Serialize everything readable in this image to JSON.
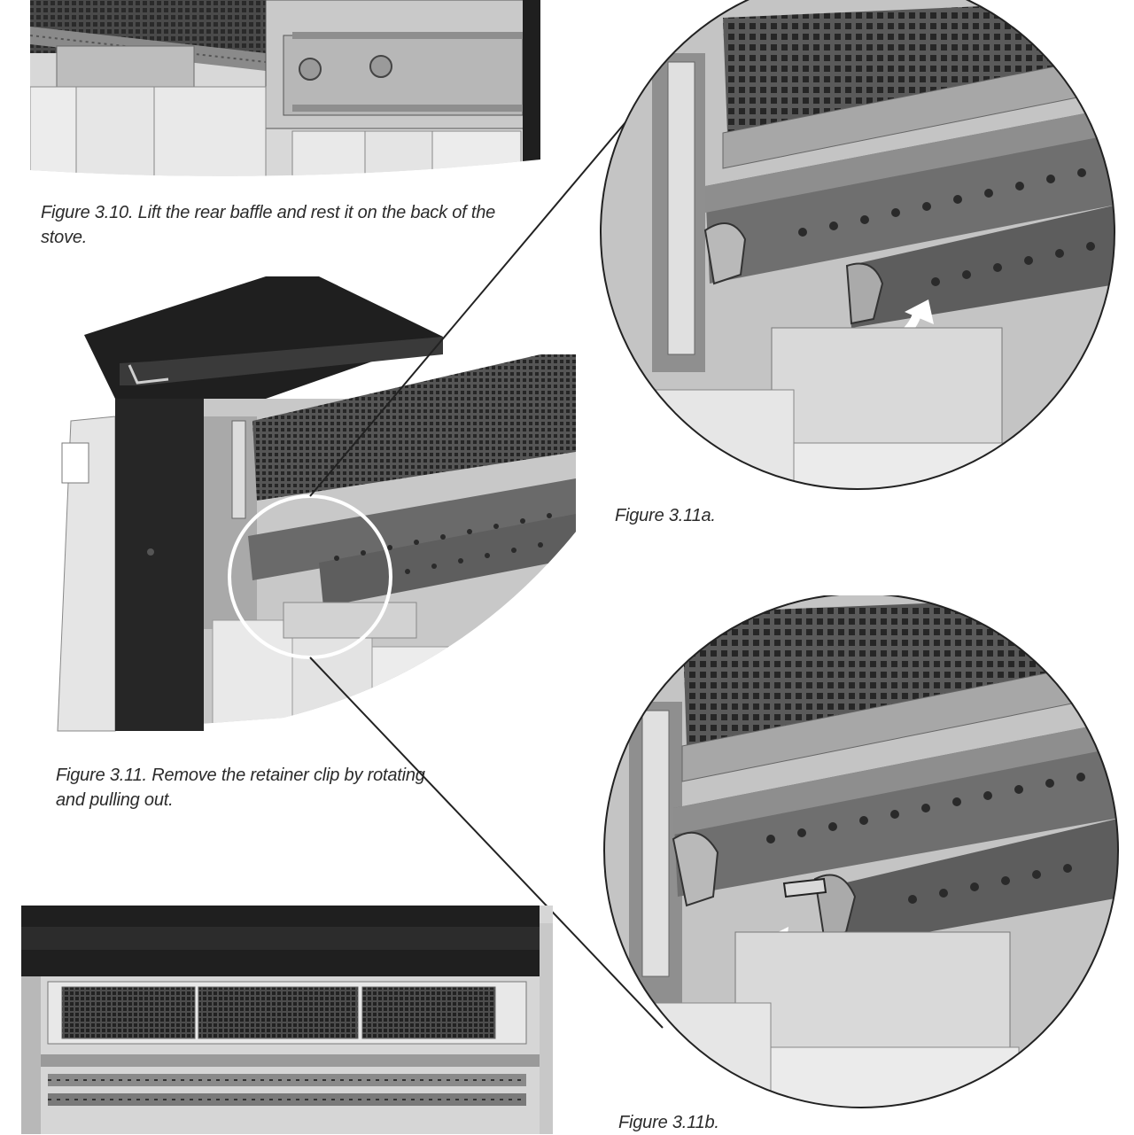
{
  "captions": {
    "fig_3_10": "Figure 3.10. Lift the rear baffle and rest it on the back of the stove.",
    "fig_3_11": "Figure 3.11. Remove the retainer clip by rotating and pulling out.",
    "fig_3_11a": "Figure 3.11a.",
    "fig_3_11b": "Figure 3.11b."
  },
  "colors": {
    "dark": "#1f1f1f",
    "mid": "#5a5a5a",
    "steel": "#6e6e6e",
    "light": "#d9d9d9",
    "brick": "#e4e4e4",
    "white": "#ffffff"
  }
}
